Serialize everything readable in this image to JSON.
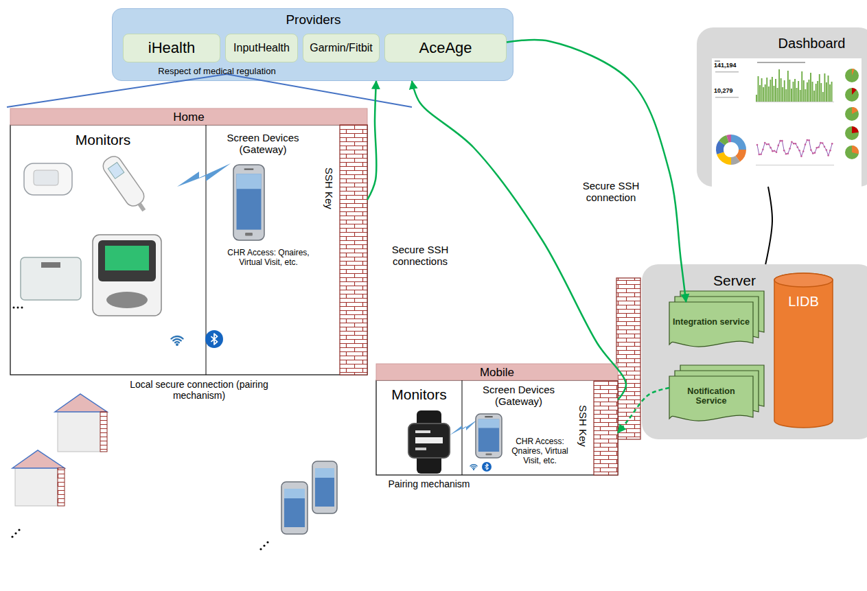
{
  "diagram": {
    "nodes": [
      {
        "text": [
          "Providers",
          "Respect of medical regulation"
        ]
      },
      {
        "text": [
          "iHealth"
        ],
        "in": 0
      },
      {
        "text": [
          "InputHealth"
        ],
        "in": 0
      },
      {
        "text": [
          "Garmin/Fitbit"
        ],
        "in": 0
      },
      {
        "text": [
          "AceAge"
        ],
        "in": 0
      },
      {
        "text": [
          "Dashboard"
        ]
      },
      {
        "text": [
          "Home"
        ]
      },
      {
        "text": [
          "Monitors"
        ],
        "in": 6
      },
      {
        "text": [
          "Screen Devices (Gateway)",
          "CHR Access: Qnaires, Virtual Visit, etc."
        ],
        "in": 6
      },
      {
        "text": [
          "SSH Key"
        ],
        "in": 6
      },
      {
        "text": [
          "Mobile"
        ]
      },
      {
        "text": [
          "Monitors"
        ],
        "in": 10
      },
      {
        "text": [
          "Screen Devices (Gateway)",
          "CHR Access: Qnaires, Virtual Visit, etc."
        ],
        "in": 10
      },
      {
        "text": [
          "SSH Key"
        ],
        "in": 10
      },
      {
        "text": [
          "Server"
        ]
      },
      {
        "text": [
          "Integration service"
        ],
        "in": 14
      },
      {
        "text": [
          "Notification Service"
        ],
        "in": 14
      },
      {
        "text": [
          "LIDB"
        ],
        "in": 14
      }
    ],
    "edges": [
      {
        "from": 9,
        "to": 0,
        "arrow": "to",
        "label": "Secure SSH connections"
      },
      {
        "from": 13,
        "to": 0,
        "arrow": "to"
      },
      {
        "from": 4,
        "to": 15,
        "arrow": "to",
        "label": "Secure SSH connection"
      },
      {
        "from": 16,
        "to": 13,
        "arrow": "to"
      },
      {
        "from": 5,
        "to": 14,
        "arrow": "none"
      }
    ],
    "labels": [
      "Local secure connection (pairing mechanism)",
      "Pairing mechanism",
      "141,194",
      "10,279"
    ]
  }
}
